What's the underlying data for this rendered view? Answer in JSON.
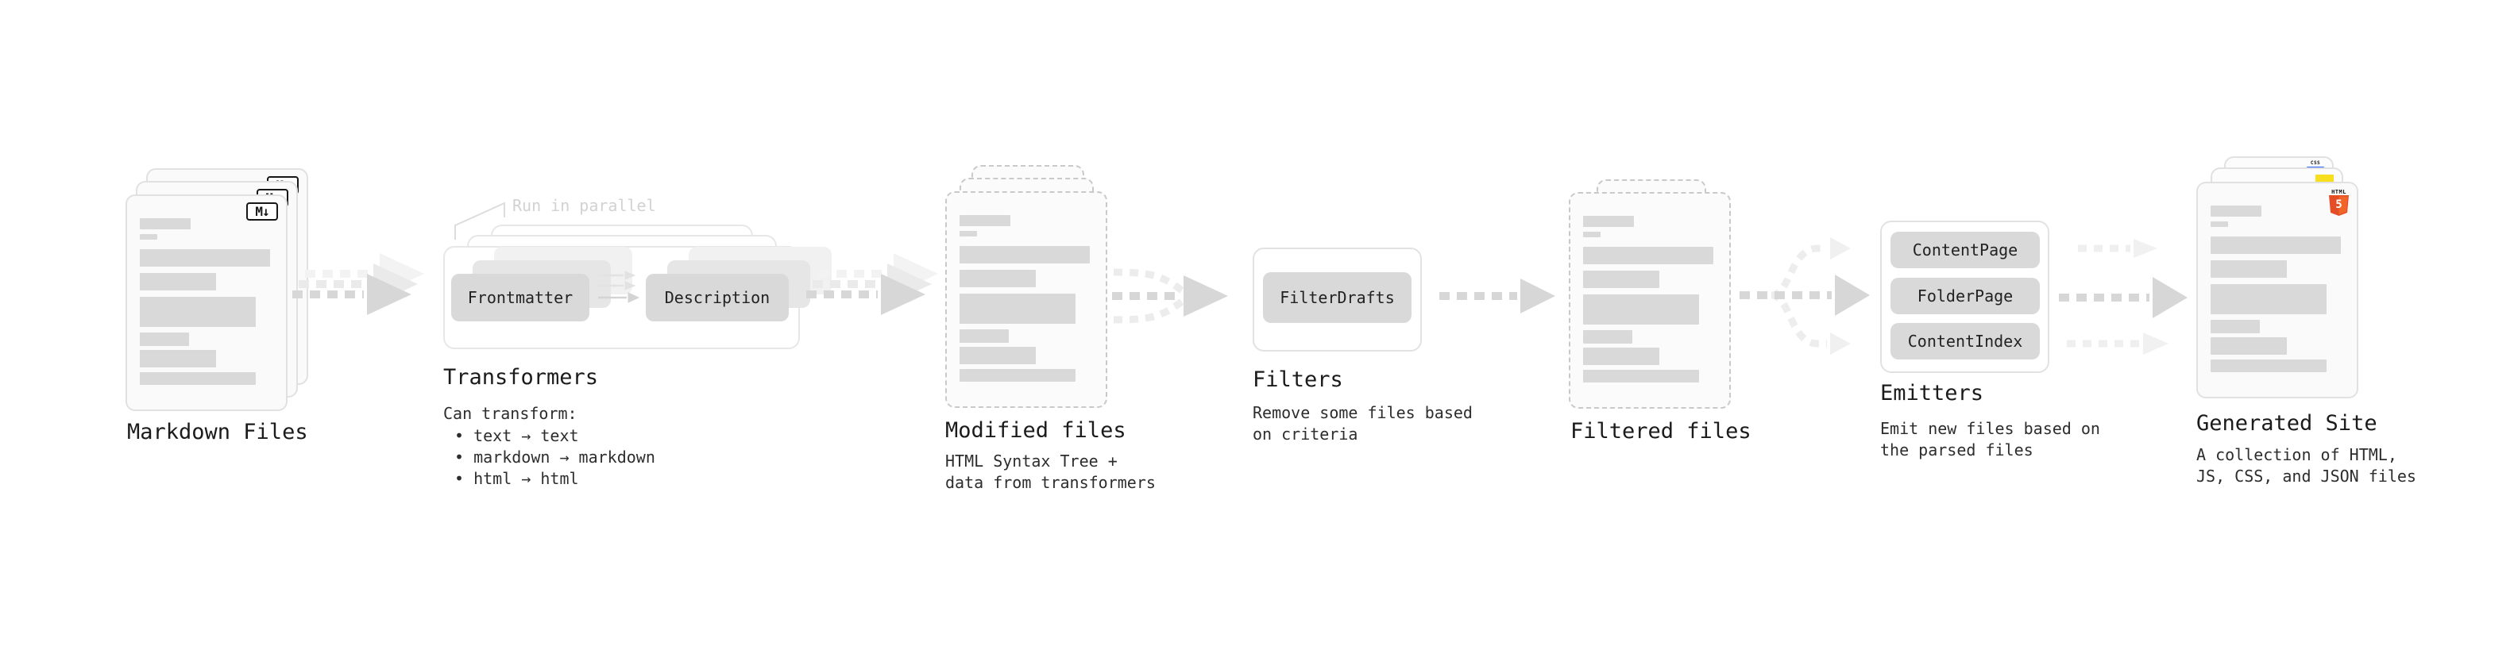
{
  "diagram": {
    "markdown_files": {
      "label": "Markdown Files",
      "badge": "M↓"
    },
    "transformers": {
      "annotation": "Run in parallel",
      "pills": [
        "Frontmatter",
        "Description"
      ],
      "label": "Transformers",
      "description_title": "Can transform:",
      "bullets": [
        "• text → text",
        "• markdown → markdown",
        "• html → html"
      ]
    },
    "modified_files": {
      "label": "Modified files",
      "description": "HTML Syntax Tree +\ndata from transformers"
    },
    "filters": {
      "label": "Filters",
      "pills": [
        "FilterDrafts"
      ],
      "description": "Remove some files based\non criteria"
    },
    "filtered_files": {
      "label": "Filtered files"
    },
    "emitters": {
      "label": "Emitters",
      "pills": [
        "ContentPage",
        "FolderPage",
        "ContentIndex"
      ],
      "description": "Emit new files based on\nthe parsed files"
    },
    "generated_site": {
      "label": "Generated Site",
      "description": "A collection of HTML,\nJS, CSS, and JSON files",
      "badges": {
        "css": "CSS",
        "html_word": "HTML",
        "html_five": "5"
      }
    },
    "colors": {
      "html_orange": "#e44d26",
      "html_orange_light": "#f16529",
      "js_yellow": "#f7df1e",
      "css_blue": "#2962ff",
      "pill_gray": "#d9d9d9"
    }
  }
}
